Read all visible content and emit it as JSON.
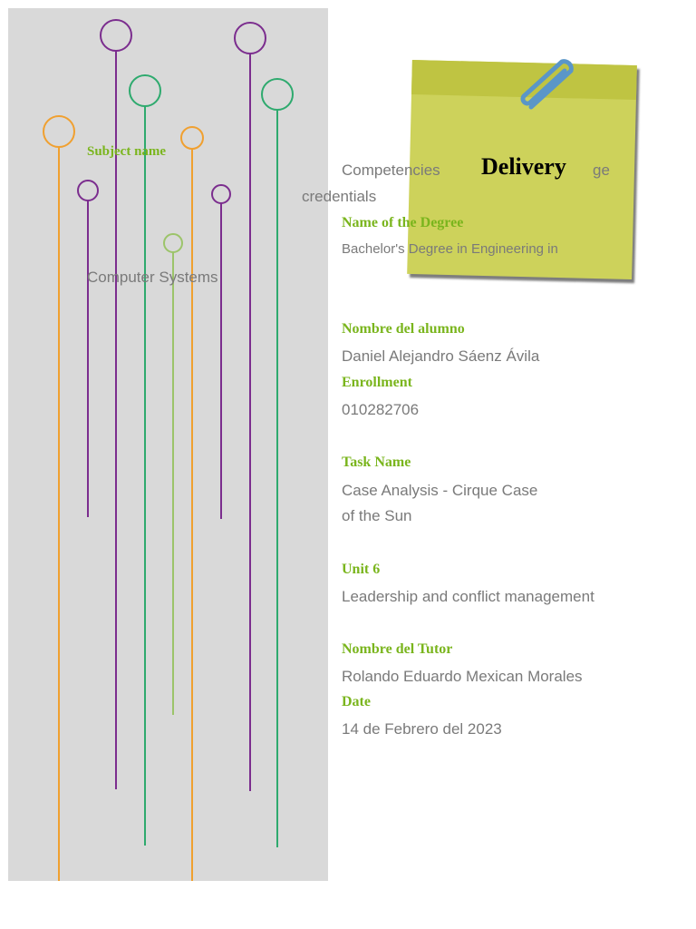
{
  "sidebar": {
    "subject_label": "Subject name",
    "subject_value": "Computer Systems"
  },
  "header": {
    "sticky_title": "Delivery",
    "competencies_left": "Competencies",
    "competencies_right": "ge",
    "competencies_line2": "credentials"
  },
  "fields": {
    "degree_label": "Name of the Degree",
    "degree_value": "Bachelor's Degree in Engineering in",
    "student_label": "Nombre del alumno",
    "student_value": "Daniel Alejandro Sáenz Ávila",
    "enrollment_label": "Enrollment",
    "enrollment_value": "010282706",
    "task_label": "Task Name",
    "task_value_line1": "Case Analysis - Cirque Case",
    "task_value_line2": "of the Sun",
    "unit_label": "Unit 6",
    "unit_value": "Leadership and conflict management",
    "tutor_label": "Nombre del Tutor",
    "tutor_value": "Rolando Eduardo Mexican Morales",
    "date_label": "Date",
    "date_value": "14 de Febrero del 2023"
  },
  "colors": {
    "label_green": "#7ab51d",
    "text_gray": "#7a7a7a",
    "panel_gray": "#d9d9d9",
    "sticky_yellow": "#cdd25b",
    "purple": "#7b2d8e",
    "green": "#2eaa6e",
    "orange": "#f0a030",
    "light_green": "#9cc46a",
    "clip_blue": "#5a96c8"
  },
  "icons": {
    "paperclip": "paperclip-icon",
    "pins": "lollipop-pin-icon"
  }
}
